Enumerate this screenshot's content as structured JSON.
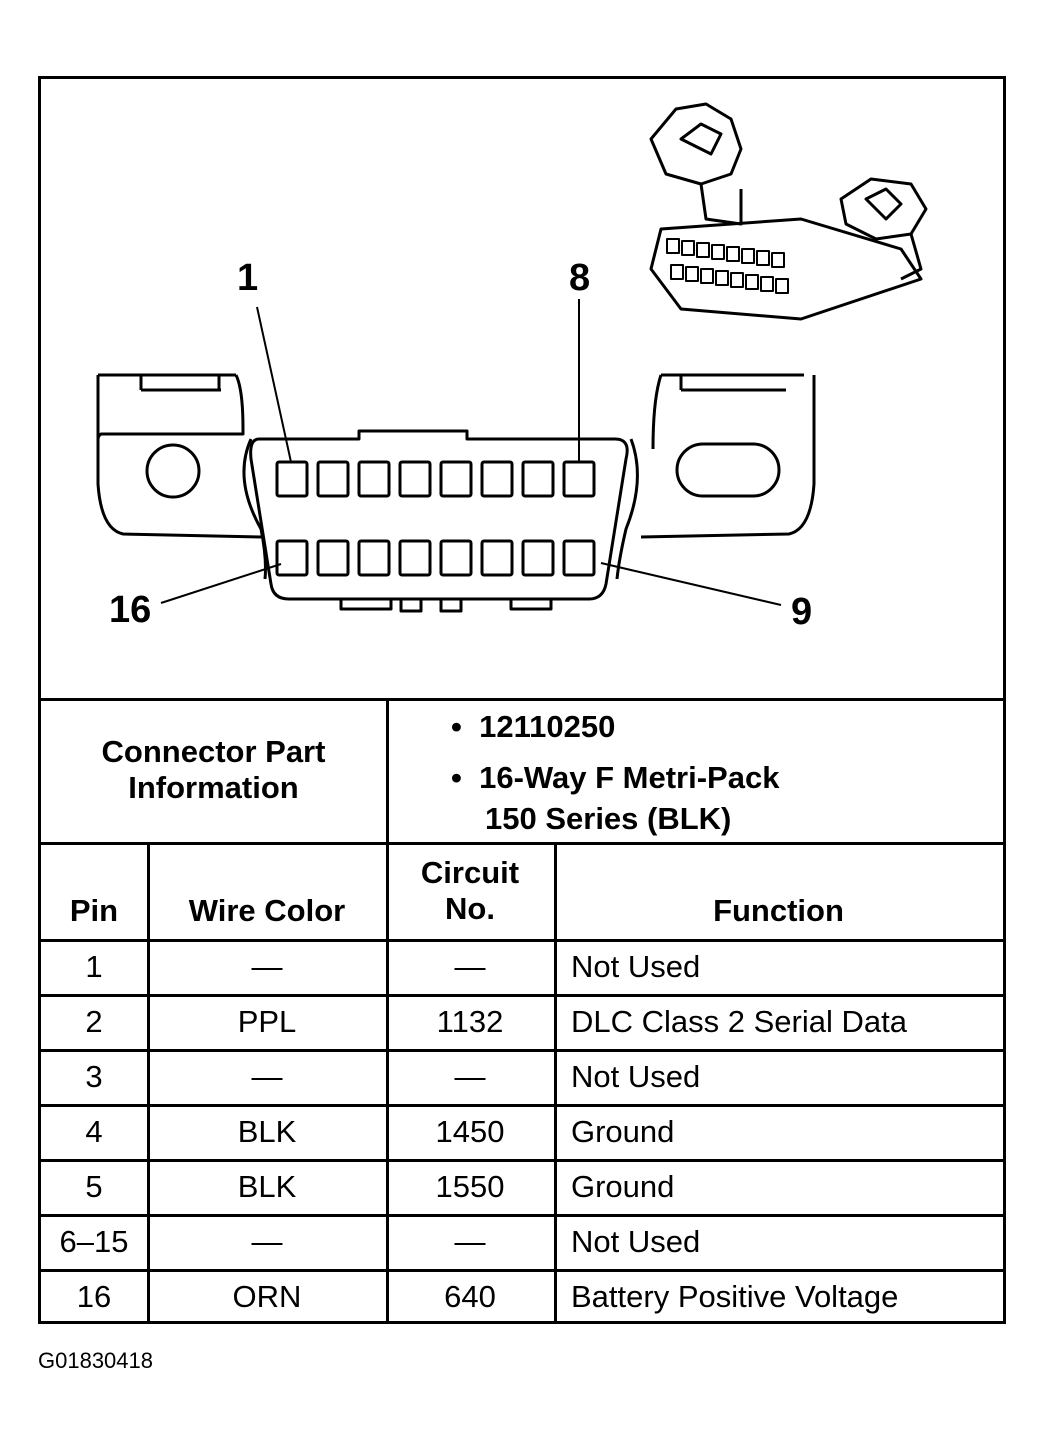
{
  "diagram": {
    "pin_labels": {
      "top_left": "1",
      "top_right": "8",
      "bottom_left": "16",
      "bottom_right": "9"
    }
  },
  "part_info": {
    "label_line1": "Connector Part",
    "label_line2": "Information",
    "part_number": "12110250",
    "description_line1": "16-Way F Metri-Pack",
    "description_line2": "150 Series (BLK)"
  },
  "table": {
    "headers": {
      "pin": "Pin",
      "wire_color": "Wire Color",
      "circuit_line1": "Circuit",
      "circuit_line2": "No.",
      "function": "Function"
    },
    "rows": [
      {
        "pin": "1",
        "wire": "—",
        "circuit": "—",
        "function": "Not Used"
      },
      {
        "pin": "2",
        "wire": "PPL",
        "circuit": "1132",
        "function": "DLC Class 2 Serial Data"
      },
      {
        "pin": "3",
        "wire": "—",
        "circuit": "—",
        "function": "Not Used"
      },
      {
        "pin": "4",
        "wire": "BLK",
        "circuit": "1450",
        "function": "Ground"
      },
      {
        "pin": "5",
        "wire": "BLK",
        "circuit": "1550",
        "function": "Ground"
      },
      {
        "pin": "6–15",
        "wire": "—",
        "circuit": "—",
        "function": "Not Used"
      },
      {
        "pin": "16",
        "wire": "ORN",
        "circuit": "640",
        "function": "Battery Positive Voltage"
      }
    ]
  },
  "figure_id": "G01830418"
}
